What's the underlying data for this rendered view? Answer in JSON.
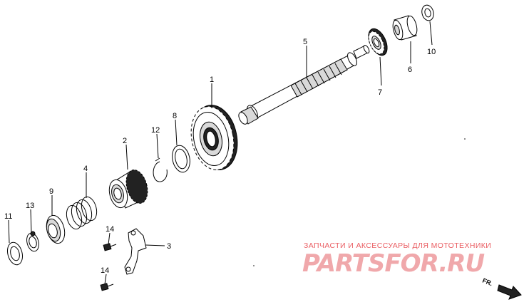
{
  "callouts": [
    "1",
    "2",
    "3",
    "4",
    "5",
    "6",
    "7",
    "8",
    "9",
    "10",
    "11",
    "12",
    "13",
    "14",
    "14"
  ],
  "watermark": {
    "top_line": "ЗАПЧАСТИ И АКСЕССУАРЫ ДЛЯ МОТОТЕХНИКИ",
    "brand": "PARTSFOR.RU"
  },
  "direction_label": "FR."
}
